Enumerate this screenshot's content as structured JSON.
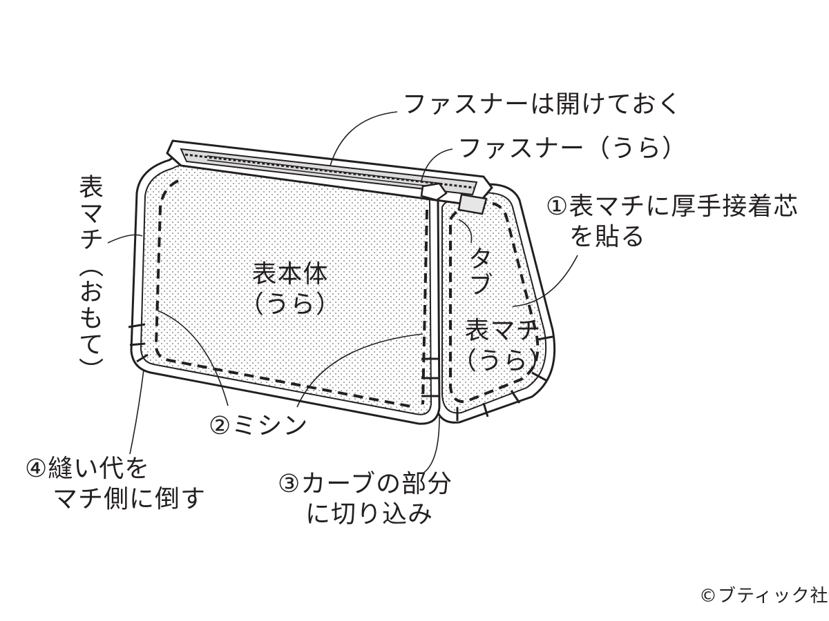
{
  "labels": {
    "fastener_open": "ファスナーは開けておく",
    "fastener_back": "ファスナー（うら）",
    "step1_line1": "①表マチに厚手接着芯",
    "step1_line2": "を貼る",
    "gusset_front": "表マチ（おもて）",
    "body_line1": "表本体",
    "body_line2": "（うら）",
    "tab": "タブ",
    "gusset_back_line1": "表マチ",
    "gusset_back_line2": "（うら）",
    "step2": "②ミシン",
    "step4_line1": "④縫い代を",
    "step4_line2": "マチ側に倒す",
    "step3_line1": "③カーブの部分",
    "step3_line2": "に切り込み",
    "copyright": "©ブティック社"
  },
  "colors": {
    "ink": "#231f20",
    "fabric_fill": "#f7f7f7",
    "dots": "#6b6b6b",
    "zipper_fill": "#dcdcdc"
  }
}
